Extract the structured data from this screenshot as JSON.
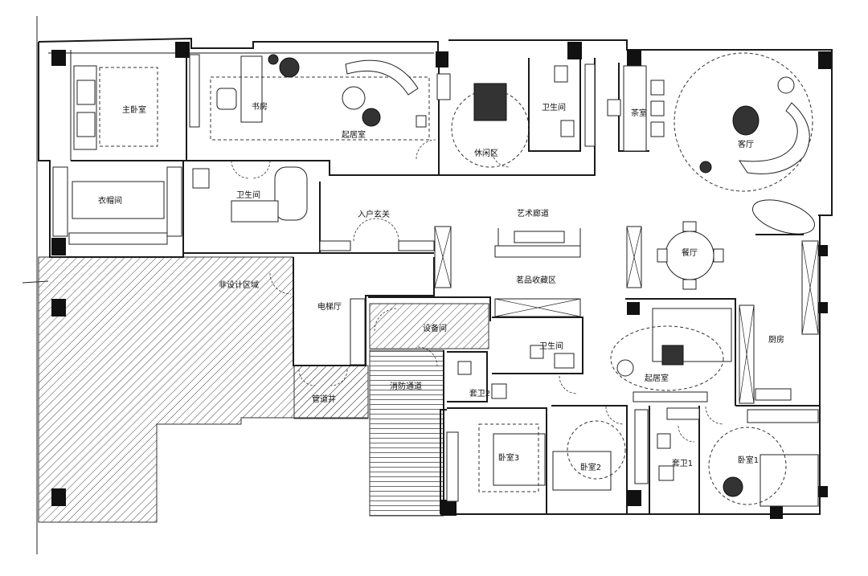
{
  "rooms": {
    "master_bedroom": "主卧室",
    "study": "书房",
    "living_room_a": "起居室",
    "lounge": "休闲区",
    "bathroom_top": "卫生间",
    "tea_room": "茶室",
    "living_hall": "客厅",
    "wardrobe": "衣帽间",
    "bathroom_left": "卫生间",
    "entrance": "入户玄关",
    "art_corridor": "艺术廊道",
    "tea_collection": "茗品收藏区",
    "dining": "餐厅",
    "non_design": "非设计区域",
    "elevator_hall": "电梯厅",
    "equipment": "设备间",
    "bathroom_mid": "卫生间",
    "living_room_b": "起居室",
    "kitchen": "厨房",
    "suite_bath_2": "套卫2",
    "shaft": "管道井",
    "fire_passage": "消防通道",
    "bedroom_3": "卧室3",
    "bedroom_2": "卧室2",
    "suite_bath_1": "套卫1",
    "bedroom_1": "卧室1"
  },
  "colors": {
    "wall": "#1a1a1a",
    "column": "#111111",
    "hatch": "#444444",
    "background": "#ffffff"
  }
}
